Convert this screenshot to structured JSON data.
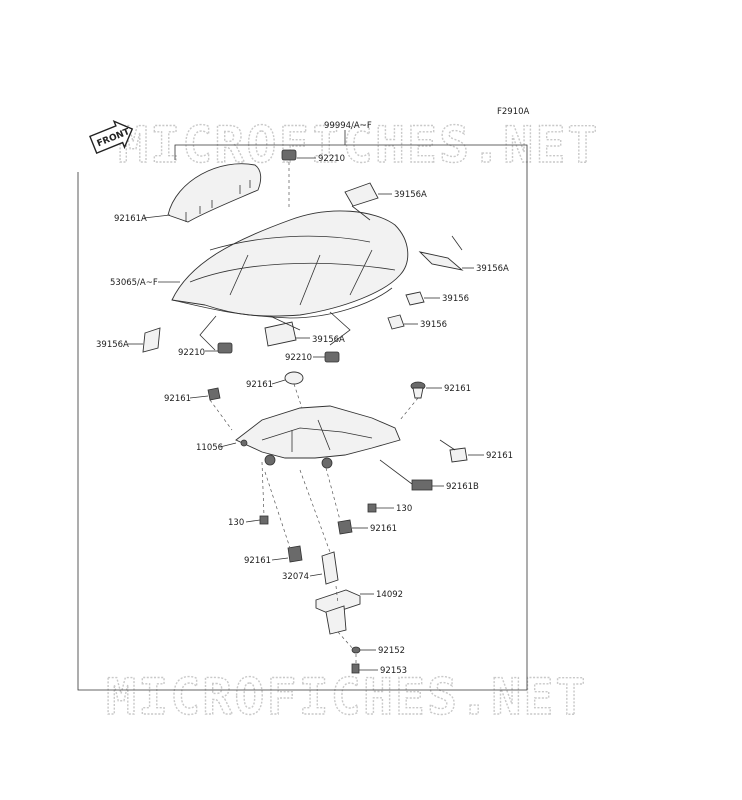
{
  "figure_code": "F2910A",
  "watermark": "MICROFICHES.NET",
  "front_arrow": "FRONT",
  "labels": {
    "l99994": "99994/A~F",
    "l92210_top": "92210",
    "l39156A_1": "39156A",
    "l92161A": "92161A",
    "l39156A_2": "39156A",
    "l53065": "53065/A~F",
    "l39156_1": "39156",
    "l39156_2": "39156",
    "l39156A_3": "39156A",
    "l39156A_4": "39156A",
    "l92210_l": "92210",
    "l92210_r": "92210",
    "l92161_a": "92161",
    "l92161_b": "92161",
    "l92161_c": "92161",
    "l11056": "11056",
    "l92161_d": "92161",
    "l92161B": "92161B",
    "l130_r": "130",
    "l130_l": "130",
    "l92161_e": "92161",
    "l92161_f": "92161",
    "l32074": "32074",
    "l14092": "14092",
    "l92152": "92152",
    "l92153": "92153"
  }
}
